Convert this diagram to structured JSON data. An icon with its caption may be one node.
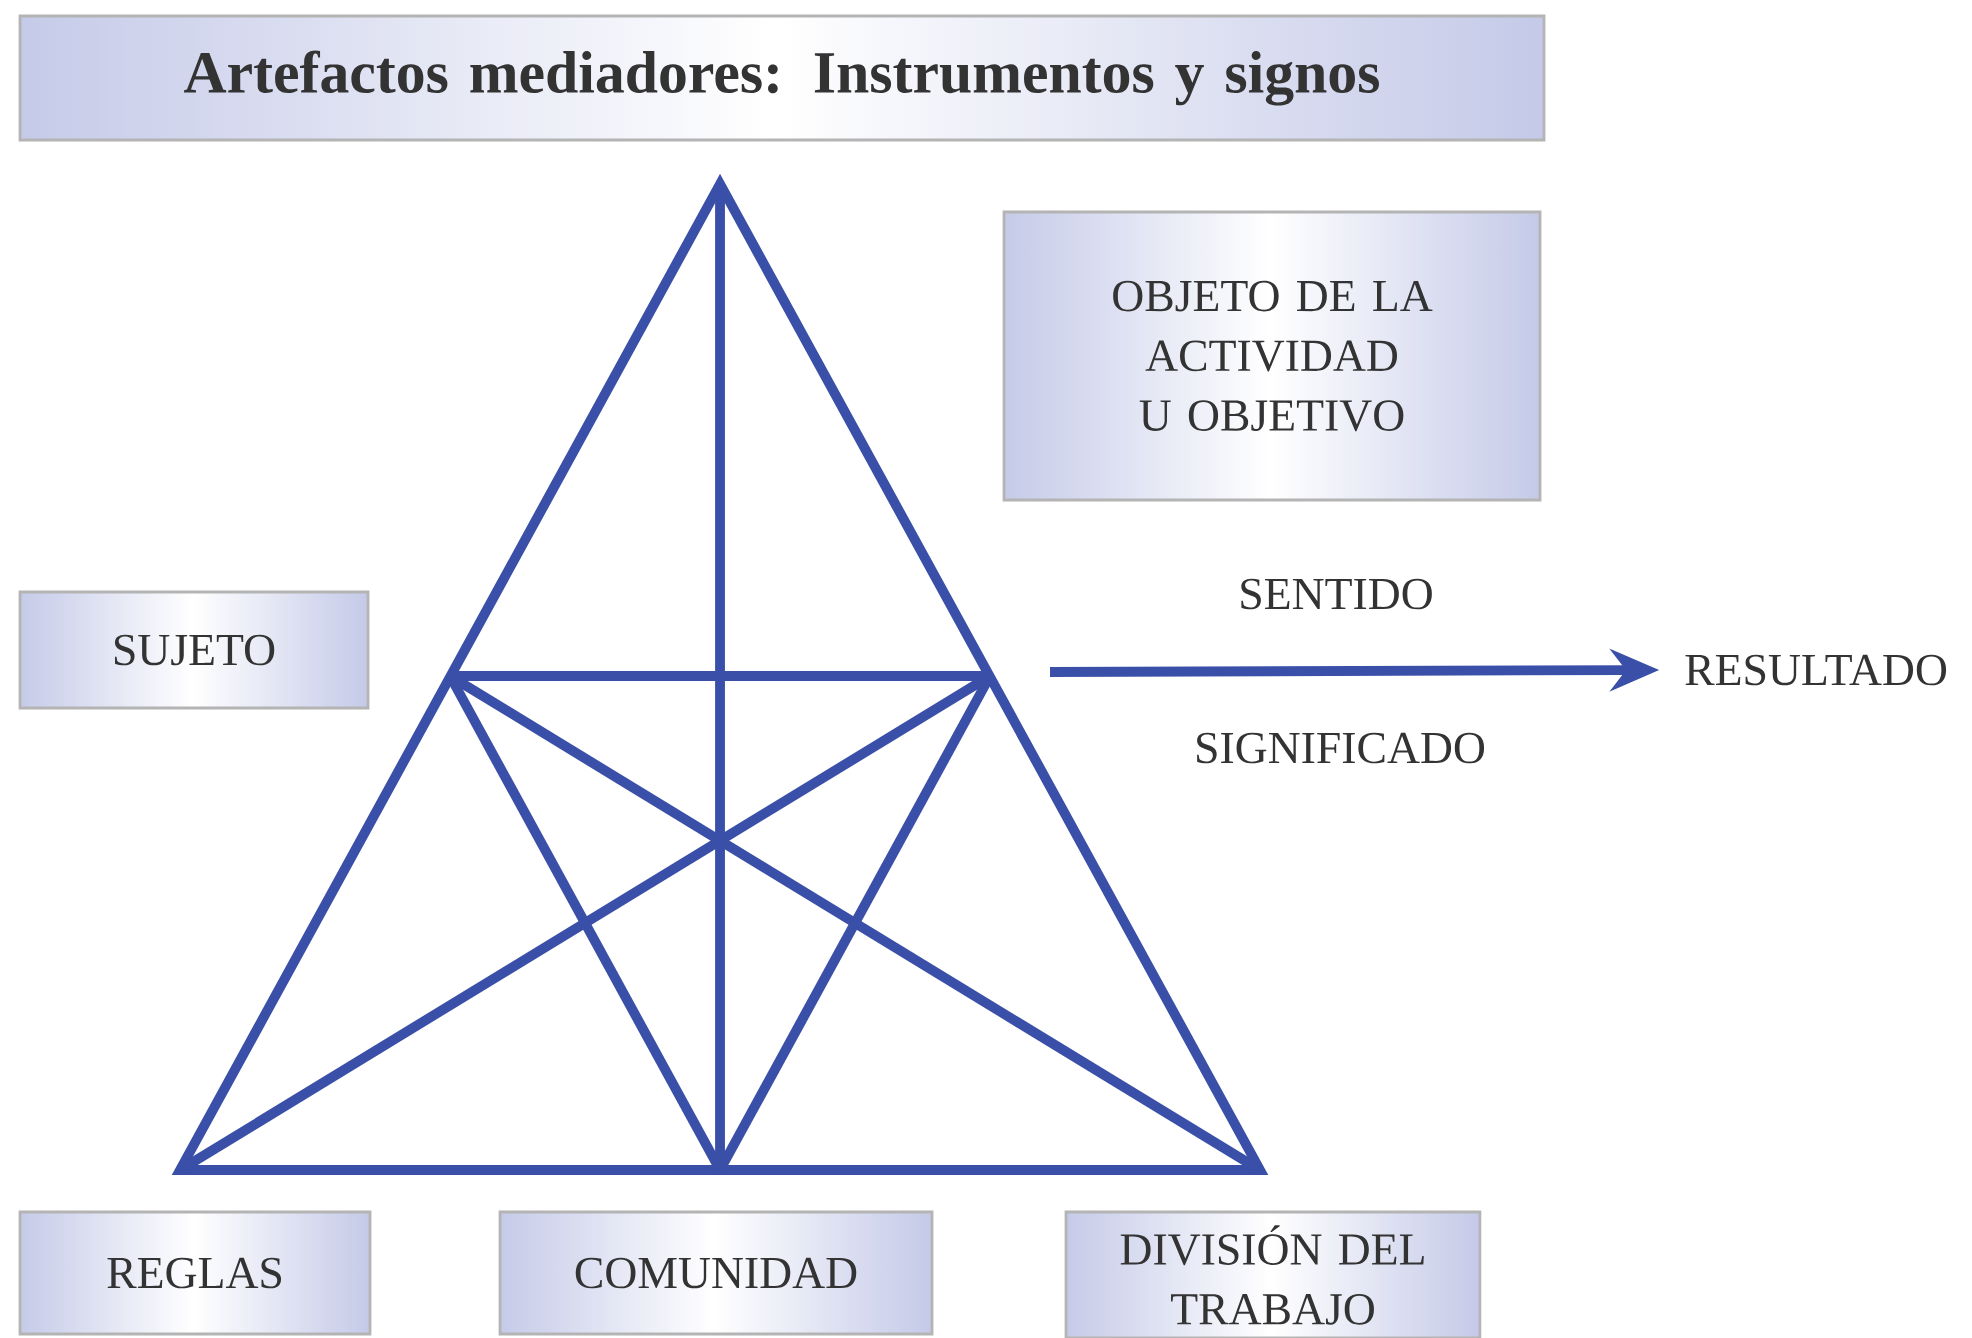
{
  "diagram": {
    "nodes": [
      {
        "text": [
          "Artefactos mediadores: Instrumentos y signos"
        ]
      },
      {
        "text": [
          "OBJETO DE LA ACTIVIDAD U OBJETIVO"
        ]
      },
      {
        "text": [
          "SUJETO"
        ]
      },
      {
        "text": [
          "REGLAS"
        ]
      },
      {
        "text": [
          "COMUNIDAD"
        ]
      },
      {
        "text": [
          "DIVISIÓN DEL TRABAJO"
        ]
      },
      {
        "text": [
          "RESULTADO"
        ]
      }
    ],
    "edges": [
      {
        "from": null,
        "to": 6,
        "arrow": "to"
      }
    ],
    "labels": [
      "SENTIDO",
      "SIGNIFICADO"
    ]
  }
}
